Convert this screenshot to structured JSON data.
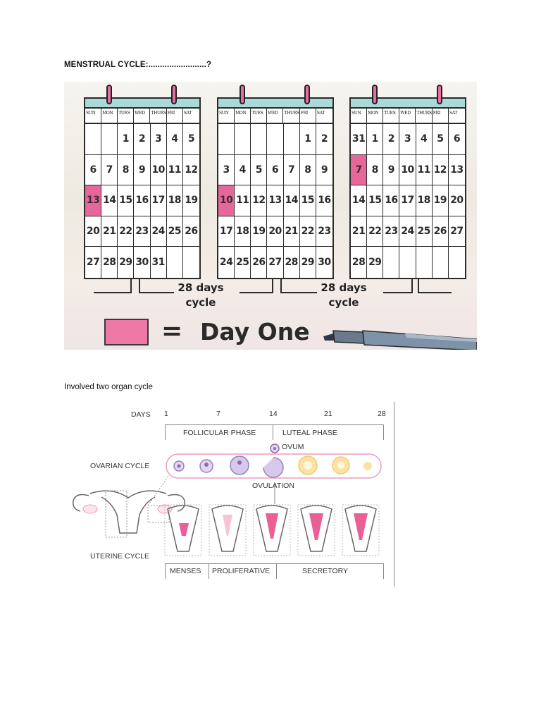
{
  "heading": "MENSTRUAL CYCLE:.........................?",
  "calendar_panel": {
    "calendars": [
      {
        "day_names": [
          "SUN",
          "MON",
          "TUES",
          "WED",
          "THURS",
          "FRI",
          "SAT"
        ],
        "weeks": [
          [
            "",
            "",
            "1",
            "2",
            "3",
            "4",
            "5"
          ],
          [
            "6",
            "7",
            "8",
            "9",
            "10",
            "11",
            "12"
          ],
          [
            "13",
            "14",
            "15",
            "16",
            "17",
            "18",
            "19"
          ],
          [
            "20",
            "21",
            "22",
            "23",
            "24",
            "25",
            "26"
          ],
          [
            "27",
            "28",
            "29",
            "30",
            "31",
            "",
            ""
          ]
        ],
        "highlighted": "13"
      },
      {
        "day_names": [
          "SUN",
          "MON",
          "TUES",
          "WED",
          "THURS",
          "FRI",
          "SAT"
        ],
        "weeks": [
          [
            "",
            "",
            "",
            "",
            "",
            "1",
            "2"
          ],
          [
            "3",
            "4",
            "5",
            "6",
            "7",
            "8",
            "9"
          ],
          [
            "10",
            "11",
            "12",
            "13",
            "14",
            "15",
            "16"
          ],
          [
            "17",
            "18",
            "19",
            "20",
            "21",
            "22",
            "23"
          ],
          [
            "24",
            "25",
            "26",
            "27",
            "28",
            "29",
            "30"
          ]
        ],
        "highlighted": "10"
      },
      {
        "day_names": [
          "SUN",
          "MON",
          "TUES",
          "WED",
          "THURS",
          "FRI",
          "SAT"
        ],
        "weeks": [
          [
            "31",
            "1",
            "2",
            "3",
            "4",
            "5",
            "6"
          ],
          [
            "7",
            "8",
            "9",
            "10",
            "11",
            "12",
            "13"
          ],
          [
            "14",
            "15",
            "16",
            "17",
            "18",
            "19",
            "20"
          ],
          [
            "21",
            "22",
            "23",
            "24",
            "25",
            "26",
            "27"
          ],
          [
            "28",
            "29",
            "",
            "",
            "",
            "",
            ""
          ]
        ],
        "highlighted": "7"
      }
    ],
    "cycle_labels": [
      "28 days cycle",
      "28 days cycle"
    ],
    "legend_text": "Day One",
    "legend_equals": "=",
    "colors": {
      "highlight": "#e8679a",
      "header": "#a9dad5",
      "ring": "#e56fa3"
    }
  },
  "section_label": "Involved two organ cycle",
  "diagram": {
    "days_label": "DAYS",
    "days": [
      "1",
      "7",
      "14",
      "21",
      "28"
    ],
    "phases": [
      "FOLLICULAR PHASE",
      "LUTEAL PHASE"
    ],
    "ovum_label": "OVUM",
    "ovarian_label": "OVARIAN CYCLE",
    "ovulation_label": "OVULATION",
    "uterine_label": "UTERINE CYCLE",
    "uterine_phases": [
      "MENSES",
      "PROLIFERATIVE",
      "SECRETORY"
    ]
  }
}
